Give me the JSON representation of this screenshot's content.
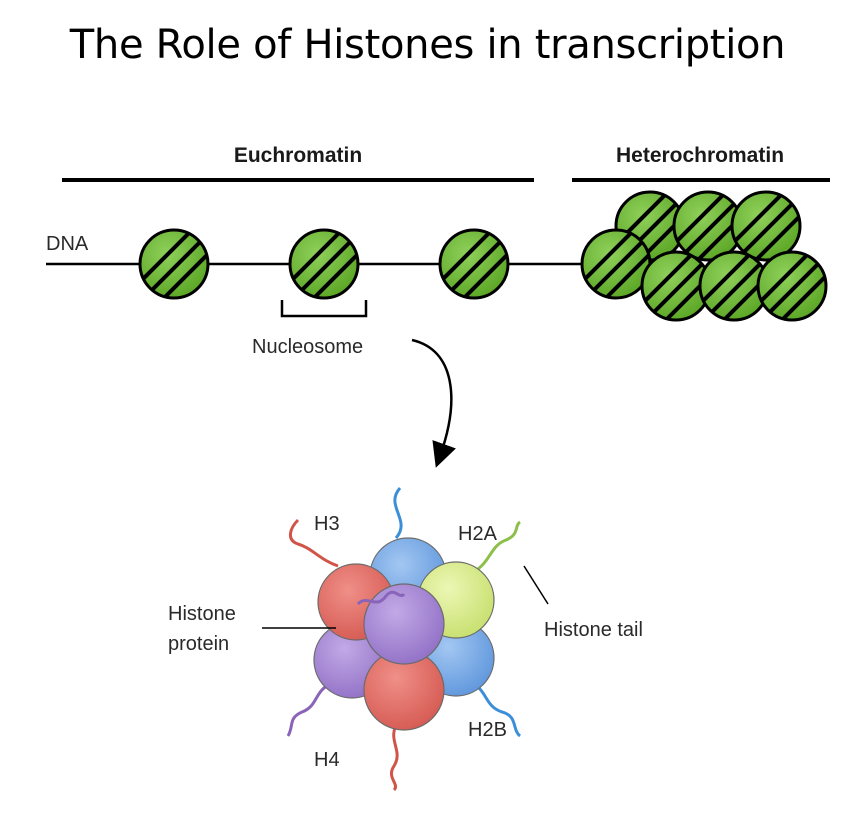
{
  "title": "The Role of Histones in transcription",
  "labels": {
    "euchromatin": "Euchromatin",
    "heterochromatin": "Heterochromatin",
    "dna": "DNA",
    "nucleosome": "Nucleosome",
    "h3": "H3",
    "h2a": "H2A",
    "h2b": "H2B",
    "h4": "H4",
    "histone_protein_line1": "Histone",
    "histone_protein_line2": "protein",
    "histone_tail": "Histone tail"
  },
  "colors": {
    "nucleosome_green": "#6ab82e",
    "h3_red": "#e0706a",
    "h2a_yellow": "#d6ec8a",
    "h2b_blue": "#76a9e6",
    "h4_purple": "#a98ad4",
    "tail_blue": "#3b8fd9",
    "tail_green": "#8cc04a",
    "tail_red": "#d05548",
    "tail_purple": "#8a64b8"
  }
}
